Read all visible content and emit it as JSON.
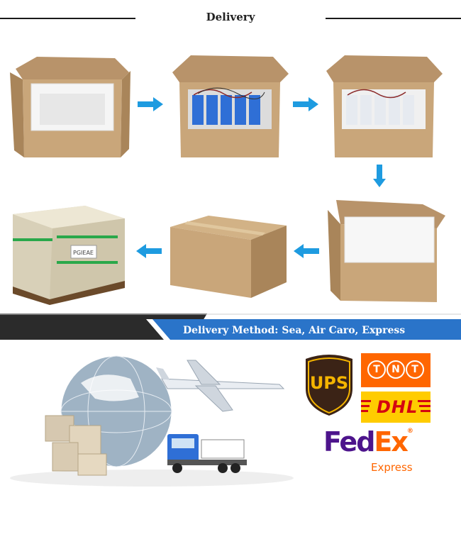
{
  "header": {
    "title": "Delivery"
  },
  "packing": {
    "box_label": "PGIEAE",
    "colors": {
      "arrow": "#1e9be0",
      "cardboard": "#c9a67a",
      "cardboard_dark": "#a9855a",
      "battery_blue": "#2f6fd6"
    }
  },
  "method": {
    "label": "Delivery Method: Sea, Air Caro, Express",
    "colors": {
      "band": "#2a74c9",
      "dark_band": "#2b2b2b"
    }
  },
  "carriers": {
    "ups": "UPS",
    "tnt": [
      "T",
      "N",
      "T"
    ],
    "dhl": "DHL",
    "fedex_fed": "Fed",
    "fedex_ex": "Ex",
    "fedex_service": "Express",
    "colors": {
      "ups_brown": "#3b2316",
      "ups_gold": "#f4b400",
      "tnt_orange": "#ff6600",
      "dhl_yellow": "#ffcc00",
      "dhl_red": "#d40511",
      "fedex_purple": "#4d148c",
      "fedex_orange": "#ff6600"
    }
  }
}
